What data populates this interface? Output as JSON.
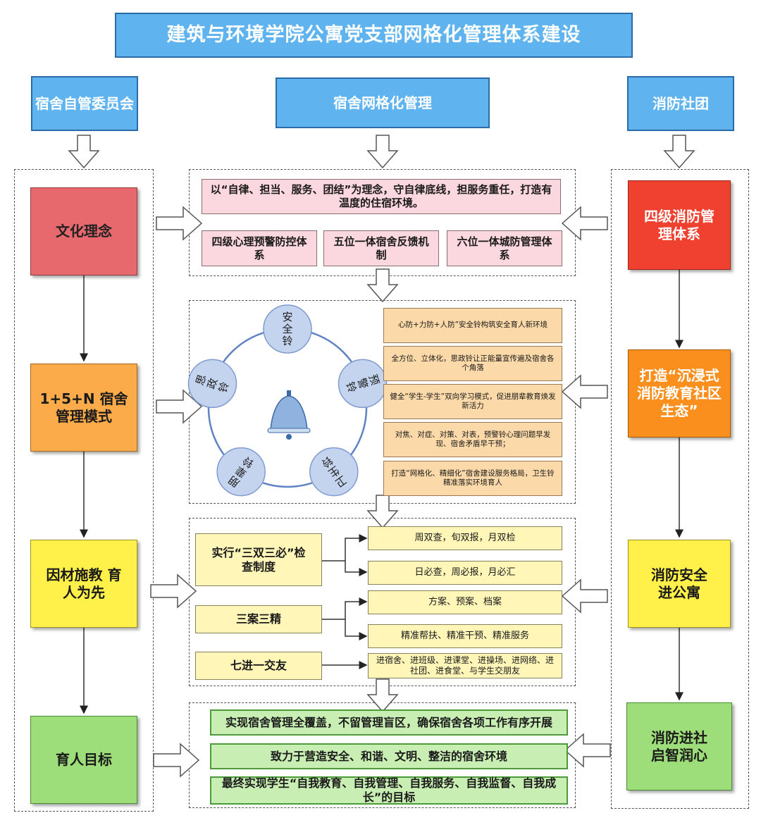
{
  "title": "建筑与环境学院公寓党支部网格化管理体系建设",
  "headers": {
    "left": "宿舍自管委员会",
    "center": "宿舍网格化管理",
    "right": "消防社团"
  },
  "left_column": [
    "文化理念",
    "1+5+N 宿舍管理模式",
    "因材施教 育人为先",
    "育人目标"
  ],
  "right_column": [
    "四级消防管理体系",
    "打造“沉浸式消防教育社区生态”",
    "消防安全进公寓",
    "消防进社启智润心"
  ],
  "section1": {
    "statement": "以“自律、担当、服务、团结”为理念，守自律底线，担服务重任，打造有温度的住宿环境。",
    "systems": [
      "四级心理预警防控体系",
      "五位一体宿舍反馈机制",
      "六位一体城防管理体系"
    ]
  },
  "section2": {
    "bells": [
      "安全铃",
      "预警铃",
      "卫生铃",
      "朋辈铃",
      "思政铃"
    ],
    "descriptions": [
      "心防+力防+人防”安全铃构筑安全育人新环境",
      "全方位、立体化，思政铃让正能量宣传遍及宿舍各个角落",
      "健全“学生-学生”双向学习模式，促进朋辈教育焕发新活力",
      "对焦、对症、对策、对表，预警铃心理问题早发现、宿舍矛盾早干预；",
      "打造“网格化、精细化”宿舍建设服务格局，卫生铃精准落实环境育人"
    ]
  },
  "section3": {
    "items": [
      {
        "label": "实行“三双三必”检查制度",
        "children": [
          "周双查，旬双报，月双检",
          "日必查，周必报，月必汇"
        ]
      },
      {
        "label": "三案三精",
        "children": [
          "方案、预案、档案",
          "精准帮扶、精准干预、精准服务"
        ]
      },
      {
        "label": "七进一交友",
        "children": [
          "进宿舍、进班级、进课堂、进操场、进网络、进社团、进食堂、与学生交朋友"
        ]
      }
    ]
  },
  "section4": {
    "goals": [
      "实现宿舍管理全覆盖，不留管理盲区，确保宿舍各项工作有序开展",
      "致力于营造安全、和谐、文明、整洁的宿舍环境",
      "最终实现学生“自我教育、自我管理、自我服务、自我监督、自我成长”的目标"
    ]
  },
  "colors": {
    "header_blue": "#5fb4f0",
    "pink": "#fbd7df",
    "orange_light": "#fcd9a8",
    "yellow_light": "#fff6b8",
    "green_light": "#c9eeb3",
    "bell_blue": "#c5d4ee"
  },
  "icons": [
    "bell-icon",
    "down-arrow-icon",
    "right-arrow-icon",
    "left-arrow-icon"
  ]
}
